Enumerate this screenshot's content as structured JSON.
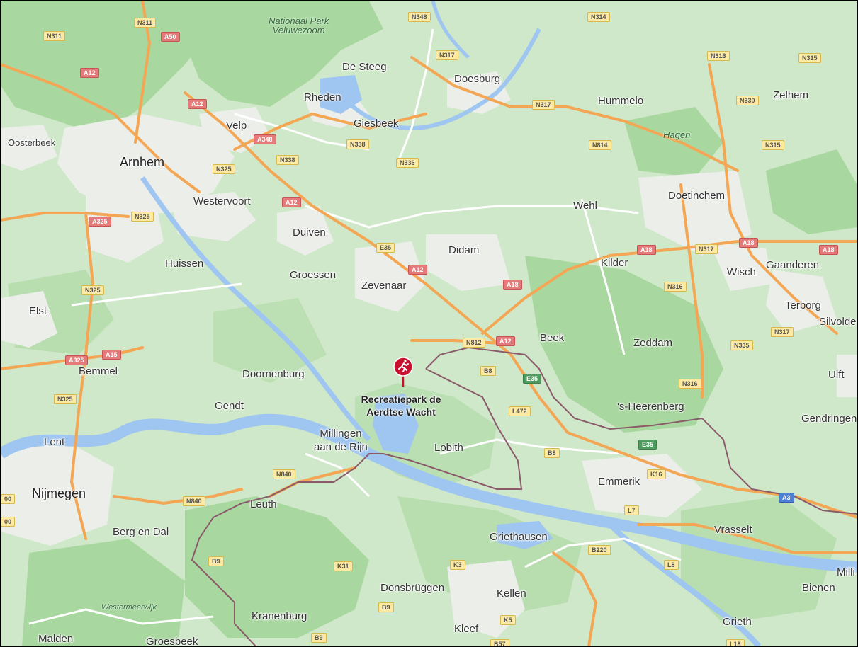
{
  "places": {
    "arnhem": "Arnhem",
    "oosterbeek": "Oosterbeek",
    "velp": "Velp",
    "rheden": "Rheden",
    "de_steeg": "De Steeg",
    "doesburg": "Doesburg",
    "giesbeek": "Giesbeek",
    "hummelo": "Hummelo",
    "zelhem": "Zelhem",
    "westervoort": "Westervoort",
    "duiven": "Duiven",
    "wehl": "Wehl",
    "doetinchem": "Doetinchem",
    "didam": "Didam",
    "huissen": "Huissen",
    "groessen": "Groessen",
    "zevenaar": "Zevenaar",
    "kilder": "Kilder",
    "wisch": "Wisch",
    "gaanderen": "Gaanderen",
    "terborg": "Terborg",
    "silvolde": "Silvolde",
    "elst": "Elst",
    "beek": "Beek",
    "zeddam": "Zeddam",
    "bemmel": "Bemmel",
    "doornenburg": "Doornenburg",
    "ulft": "Ulft",
    "gendt": "Gendt",
    "s_heerenberg": "'s-Heerenberg",
    "gendringen": "Gendringen",
    "lent": "Lent",
    "millingen": "Millingen\naan de Rijn",
    "lobith": "Lobith",
    "nijmegen": "Nijmegen",
    "emmerik": "Emmerik",
    "leuth": "Leuth",
    "berg_en_dal": "Berg en Dal",
    "vrasselt": "Vrasselt",
    "griethausen": "Griethausen",
    "milli": "Milli",
    "bienen": "Bienen",
    "donsbruggen": "Donsbrüggen",
    "kellen": "Kellen",
    "kranenburg": "Kranenburg",
    "kleef": "Kleef",
    "grieth": "Grieth",
    "malden": "Malden",
    "groesbeek": "Groesbeek"
  },
  "parks": {
    "veluwezoom": "Nationaal Park\nVeluwezoom",
    "hagen": "Hagen",
    "westermeerwijk": "Westermeerwijk"
  },
  "roads": {
    "n311": "N311",
    "n311b": "N311",
    "a50": "A50",
    "a12_w": "A12",
    "n348": "N348",
    "n314": "N314",
    "n317_top": "N317",
    "n316_ne": "N316",
    "n315_ne": "N315",
    "a12_velp": "A12",
    "n317_mid": "N317",
    "n330": "N330",
    "a348": "A348",
    "n338_a": "N338",
    "n338_b": "N338",
    "n814": "N814",
    "n315_b": "N315",
    "n325_a": "N325",
    "n336": "N336",
    "a12_c": "A12",
    "a325_a": "A325",
    "n325_b": "N325",
    "e35_a": "E35",
    "a12_d": "A12",
    "a18_a": "A18",
    "n317_e": "N317",
    "a18_b": "A18",
    "a18_c": "A18",
    "a18_d": "A18",
    "n316_b": "N316",
    "n325_c": "N325",
    "n812": "N812",
    "a12_e": "A12",
    "n317_f": "N317",
    "n335": "N335",
    "a325_b": "A325",
    "a15": "A15",
    "b8_a": "B8",
    "e35_b": "E35",
    "n316_c": "N316",
    "n325_d": "N325",
    "l472": "L472",
    "e35_c": "E35",
    "b8_b": "B8",
    "k16": "K16",
    "n840_a": "N840",
    "a3": "A3",
    "n840_b": "N840",
    "l7": "L7",
    "b220": "B220",
    "b9_a": "B9",
    "k31": "K31",
    "k3": "K3",
    "l8": "L8",
    "b9_b": "B9",
    "k5": "K5",
    "b9_c": "B9",
    "b57": "B57",
    "l18": "L18",
    "edge_00a": "00",
    "edge_00b": "00"
  },
  "poi": {
    "name": "Recreatiepark de\nAerdtse Wacht",
    "icon": "running-person-icon",
    "color": "#c8102e"
  },
  "colors": {
    "land": "#cfe8c9",
    "urban": "#eceeea",
    "water": "#9fc6f0",
    "forest": "#a9d7a0",
    "major_road": "#f3a654",
    "minor_road": "#ffffff",
    "border": "#8a5a6a"
  }
}
